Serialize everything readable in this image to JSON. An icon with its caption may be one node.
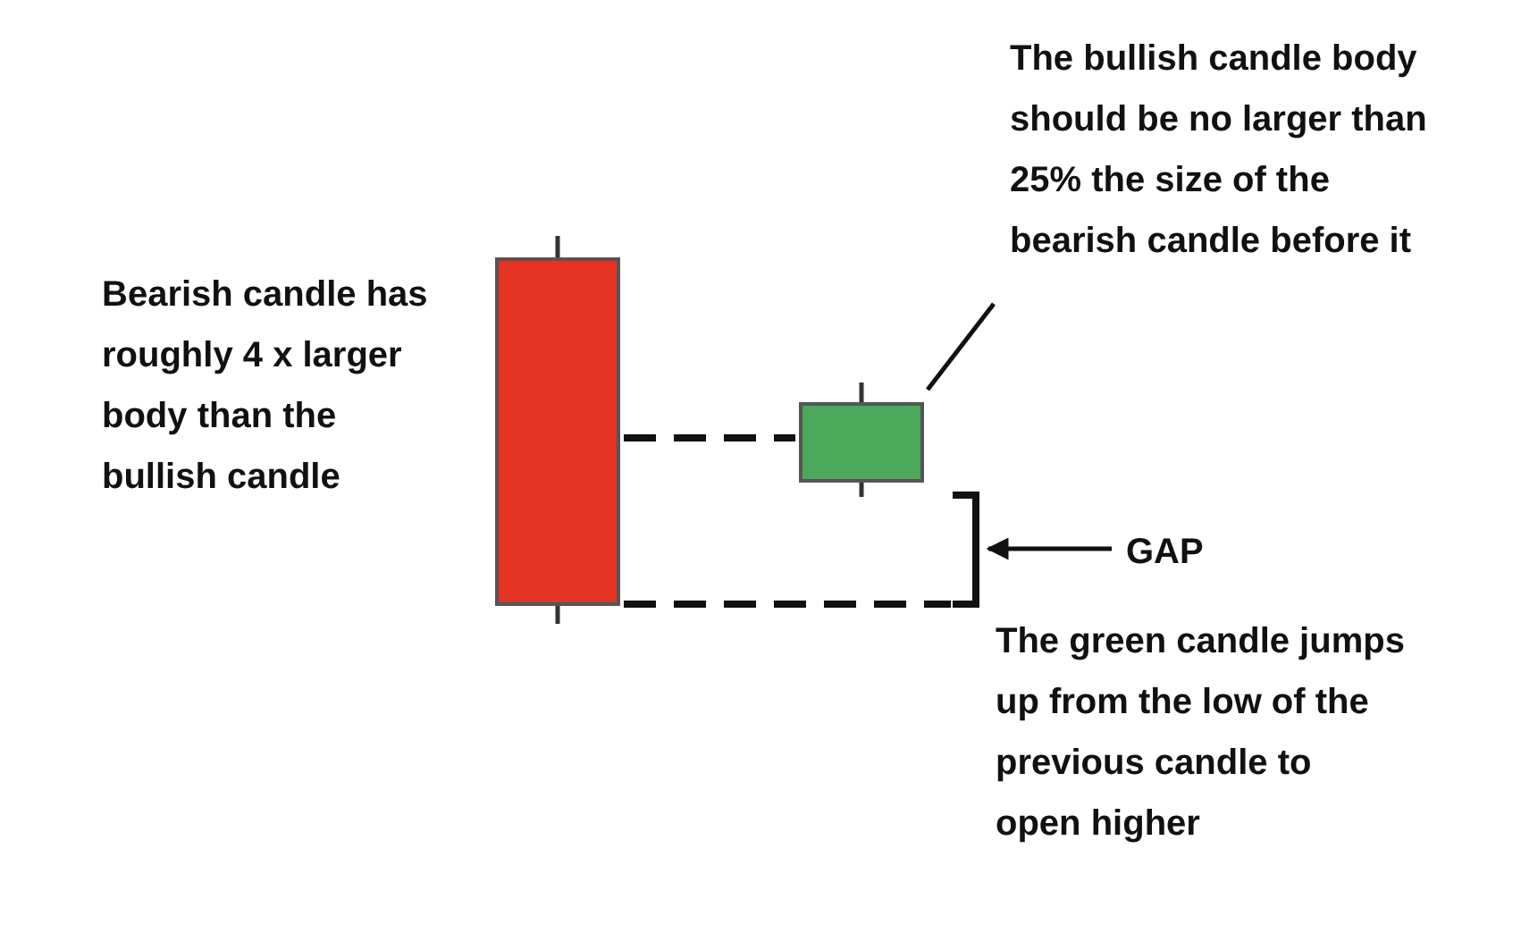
{
  "diagram": {
    "nodes": [
      {
        "text": [
          "Bearish candle has roughly 4 x larger body than the bullish candle"
        ]
      },
      {
        "text": [],
        "shape": "bar"
      },
      {
        "text": [],
        "shape": "bar"
      },
      {
        "text": [
          "The bullish candle body should be no larger than 25% the size of the bearish candle before it"
        ]
      },
      {
        "text": [
          "GAP"
        ]
      },
      {
        "text": [
          "The green candle jumps up from the low of the previous candle to open higher"
        ]
      },
      {
        "text": [],
        "shape": "bracket"
      }
    ],
    "edges": [
      {
        "from": 1,
        "to": 2,
        "arrow": "none",
        "style": "dashed"
      },
      {
        "from": 3,
        "to": 2,
        "arrow": "none"
      },
      {
        "from": 4,
        "to": 6,
        "arrow": "to"
      },
      {
        "from": 1,
        "to": 6,
        "arrow": "none",
        "style": "dashed"
      }
    ]
  }
}
